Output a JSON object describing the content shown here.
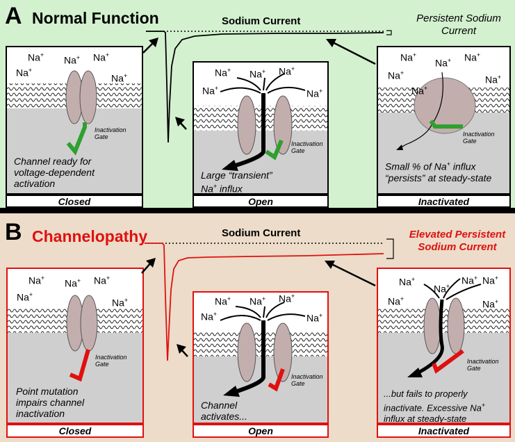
{
  "panel_a": {
    "letter": "A",
    "heading": "Normal Function",
    "heading_color": "#000000",
    "current_label": "Sodium Current",
    "persistent_label_1": "Persistent Sodium",
    "persistent_label_2": "Current",
    "closed": {
      "ions": [
        "Na",
        "Na",
        "Na",
        "Na",
        "Na"
      ],
      "gate_label_1": "Inactivation",
      "gate_label_2": "Gate",
      "caption_1": "Channel ready for",
      "caption_2": "voltage-dependent",
      "caption_3": "activation",
      "state": "Closed"
    },
    "open": {
      "ions": [
        "Na",
        "Na",
        "Na",
        "Na",
        "Na"
      ],
      "gate_label_1": "Inactivation",
      "gate_label_2": "Gate",
      "caption_1": "Large “transient”",
      "caption_2_ion": "Na",
      "caption_2_rest": " influx",
      "state": "Open"
    },
    "inactivated": {
      "ions": [
        "Na",
        "Na",
        "Na",
        "Na",
        "Na",
        "Na"
      ],
      "gate_label_1": "Inactivation",
      "gate_label_2": "Gate",
      "caption_1_pre": "Small % of Na",
      "caption_1_post": " influx",
      "caption_2": "“persists” at steady-state",
      "state": "Inactivated"
    }
  },
  "panel_b": {
    "letter": "B",
    "heading": "Channelopathy",
    "heading_color": "#e01010",
    "current_label": "Sodium Current",
    "persistent_label_1": "Elevated Persistent",
    "persistent_label_2": "Sodium Current",
    "closed": {
      "ions": [
        "Na",
        "Na",
        "Na",
        "Na",
        "Na"
      ],
      "gate_label_1": "Inactivation",
      "gate_label_2": "Gate",
      "caption_1": "Point mutation",
      "caption_2": "impairs channel",
      "caption_3": "inactivation",
      "state": "Closed"
    },
    "open": {
      "ions": [
        "Na",
        "Na",
        "Na",
        "Na",
        "Na"
      ],
      "gate_label_1": "Inactivation",
      "gate_label_2": "Gate",
      "caption_1": "Channel",
      "caption_2": "activates...",
      "state": "Open"
    },
    "inactivated": {
      "ions": [
        "Na",
        "Na",
        "Na",
        "Na",
        "Na",
        "Na"
      ],
      "gate_label_1": "Inactivation",
      "gate_label_2": "Gate",
      "caption_1": "...but fails to properly",
      "caption_2_pre": "inactivate. Excessive Na",
      "caption_3": "influx at steady-state",
      "state": "Inactivated"
    }
  },
  "ion_charge": "+",
  "colors": {
    "normal_background": "#d3f0cf",
    "channelopathy_background": "#ecdcc9",
    "channelopathy_accent": "#e01010",
    "normal_gate": "#2ea02e",
    "mutant_gate": "#e01010",
    "channel_protein": "#c3aeae",
    "cytoplasm": "#cfcfcf"
  }
}
